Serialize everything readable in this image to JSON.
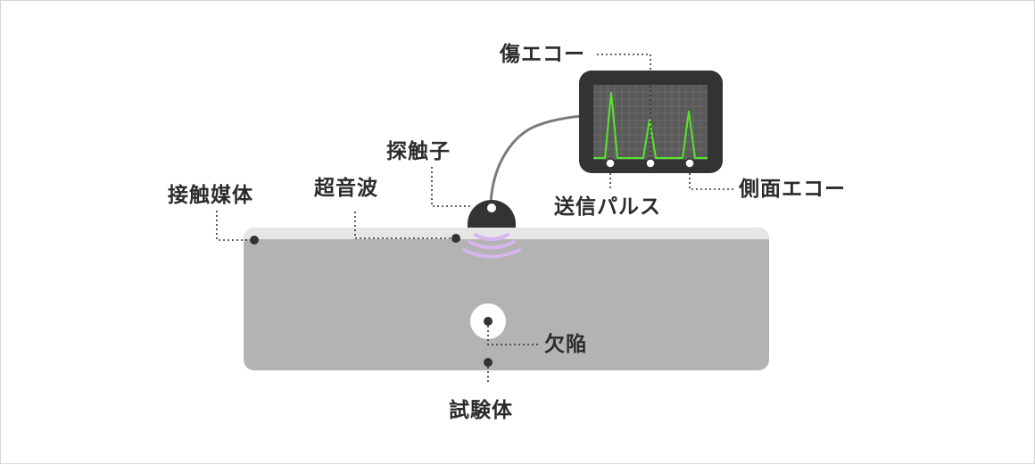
{
  "labels": {
    "flaw_echo": "傷エコー",
    "transducer": "探触子",
    "couplant": "接触媒体",
    "ultrasonic_wave": "超音波",
    "transmitted_pulse": "送信パルス",
    "back_echo": "側面エコー",
    "defect": "欠陥",
    "specimen": "試験体"
  },
  "colors": {
    "specimen": "#b3b3b3",
    "couplant": "#e6e6e6",
    "monitor": "#333333",
    "screen": "#565656",
    "waveform": "#55e62a",
    "wave_rings": "#d7b5ef",
    "leader": "#333333"
  },
  "icons": [
    "transducer-icon",
    "monitor-icon",
    "ultrasonic-wave-icon",
    "defect-icon"
  ]
}
